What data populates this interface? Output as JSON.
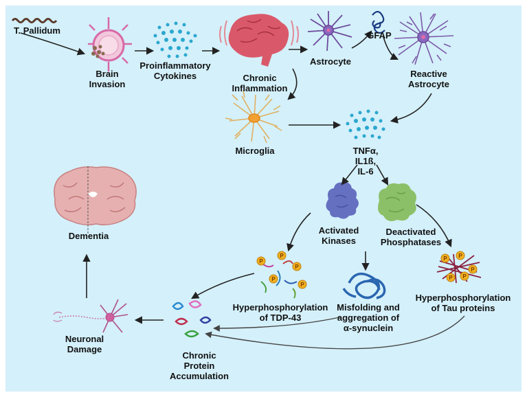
{
  "background_color": "#d4f0fa",
  "labels": {
    "t_pallidum": "T. Pallidum",
    "brain_invasion": [
      "Brain",
      "Invasion"
    ],
    "cytokines": [
      "Proinflammatory",
      "Cytokines"
    ],
    "chronic_inflammation": [
      "Chronic",
      "Inflammation"
    ],
    "astrocyte": "Astrocyte",
    "gfap": "GFAP",
    "reactive_astrocyte": [
      "Reactive",
      "Astrocyte"
    ],
    "microglia": "Microglia",
    "tnf": [
      "TNFα,",
      "IL1ß,",
      "IL-6"
    ],
    "activated_kinases": [
      "Activated",
      "Kinases"
    ],
    "deactivated_phosphatases": [
      "Deactivated",
      "Phosphatases"
    ],
    "dementia": "Dementia",
    "tdp43": [
      "Hyperphosphorylation",
      "of TDP-43"
    ],
    "synuclein": [
      "Misfolding and",
      "aggregation of",
      "α-synuclein"
    ],
    "tau": [
      "Hyperphosphorylation",
      "of Tau proteins"
    ],
    "neuronal_damage": [
      "Neuronal",
      "Damage"
    ],
    "protein_accumulation": [
      "Chronic",
      "Protein",
      "Accumulation"
    ],
    "phospho_marker": "P"
  },
  "colors": {
    "bacterium": "#5a3a2a",
    "cell_pink": "#d76aa8",
    "cytokine": "#2ba7cf",
    "brain": "#d9596a",
    "astrocyte": "#6b4a9a",
    "microglia": "#e0b060",
    "kinase": "#6670c0",
    "phosphatase": "#8cc068",
    "alzheimer_brain": "#e6b0b0",
    "phospho": "#f0b020",
    "synuclein": "#2a66b0",
    "tau": "#8a2040"
  },
  "icons": [
    "bacterium-icon",
    "infected-cell-icon",
    "cytokines-icon",
    "brain-icon",
    "astrocyte-icon",
    "gfap-protein-icon",
    "reactive-astrocyte-icon",
    "microglia-icon",
    "tnf-cytokines-icon",
    "kinase-icon",
    "phosphatase-icon",
    "dementia-brain-icon",
    "tdp43-protein-icon",
    "synuclein-icon",
    "tau-protein-icon",
    "neuron-icon",
    "protein-aggregate-icon"
  ]
}
